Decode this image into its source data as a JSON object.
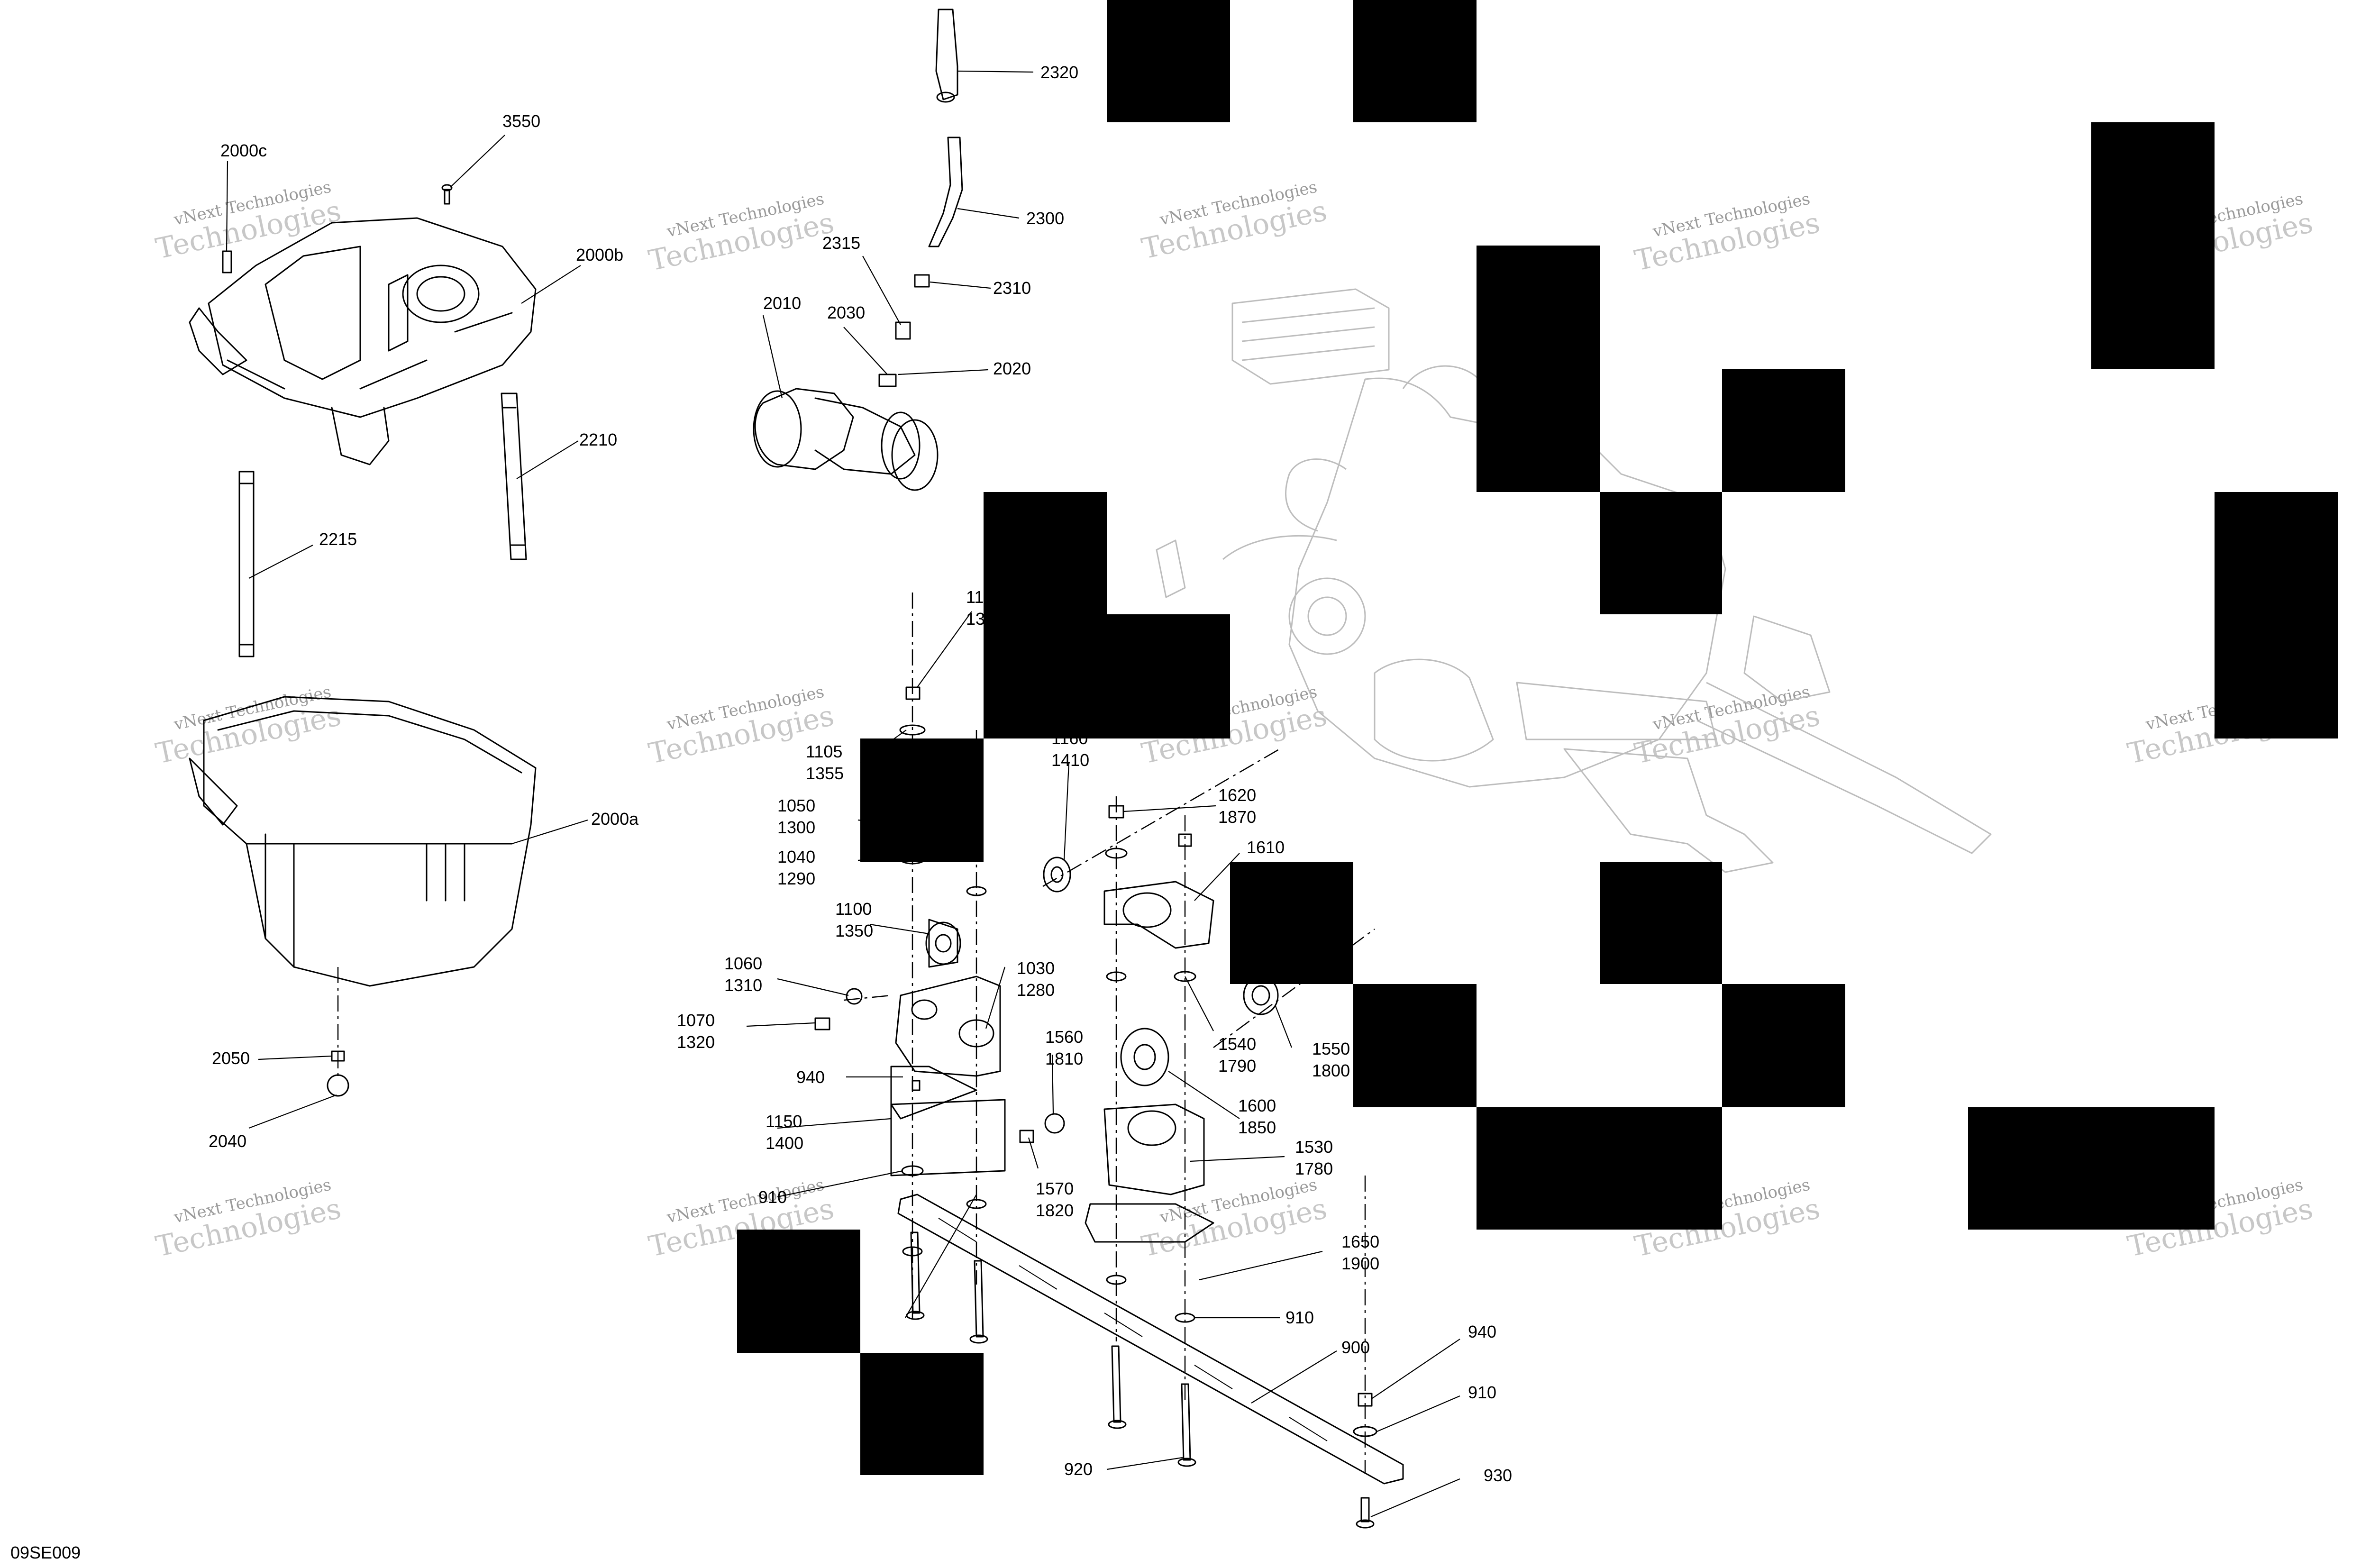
{
  "diagram": {
    "code": "09SE009",
    "watermark": {
      "line1": "vNext Technologies",
      "line2": "Technologies"
    },
    "callouts": {
      "c3550": "3550",
      "c2000c": "2000c",
      "c2000b": "2000b",
      "c2210": "2210",
      "c2215": "2215",
      "c2000a": "2000a",
      "c2050": "2050",
      "c2040": "2040",
      "c2320": "2320",
      "c2300": "2300",
      "c2315": "2315",
      "c2310": "2310",
      "c2010": "2010",
      "c2030": "2030",
      "c2020": "2020",
      "c11a": "11",
      "c13a": "13",
      "c1105": "1105",
      "c1355": "1355",
      "c1160": "1160",
      "c1410": "1410",
      "c1050": "1050",
      "c1300": "1300",
      "c1040": "1040",
      "c1290": "1290",
      "c1100": "1100",
      "c1350": "1350",
      "c1060": "1060",
      "c1310": "1310",
      "c1070": "1070",
      "c1320": "1320",
      "c1030": "1030",
      "c1280": "1280",
      "c940a": "940",
      "c1150": "1150",
      "c1400": "1400",
      "c910a": "910",
      "c1560": "1560",
      "c1810": "1810",
      "c1570": "1570",
      "c1820": "1820",
      "c1620": "1620",
      "c1870": "1870",
      "c1610": "1610",
      "c1540": "1540",
      "c1790": "1790",
      "c1550": "1550",
      "c1800": "1800",
      "c1600": "1600",
      "c1850": "1850",
      "c1530": "1530",
      "c1780": "1780",
      "c1650": "1650",
      "c1900": "1900",
      "c910b": "910",
      "c900": "900",
      "c940b": "940",
      "c910c": "910",
      "c930": "930",
      "c920": "920"
    }
  }
}
